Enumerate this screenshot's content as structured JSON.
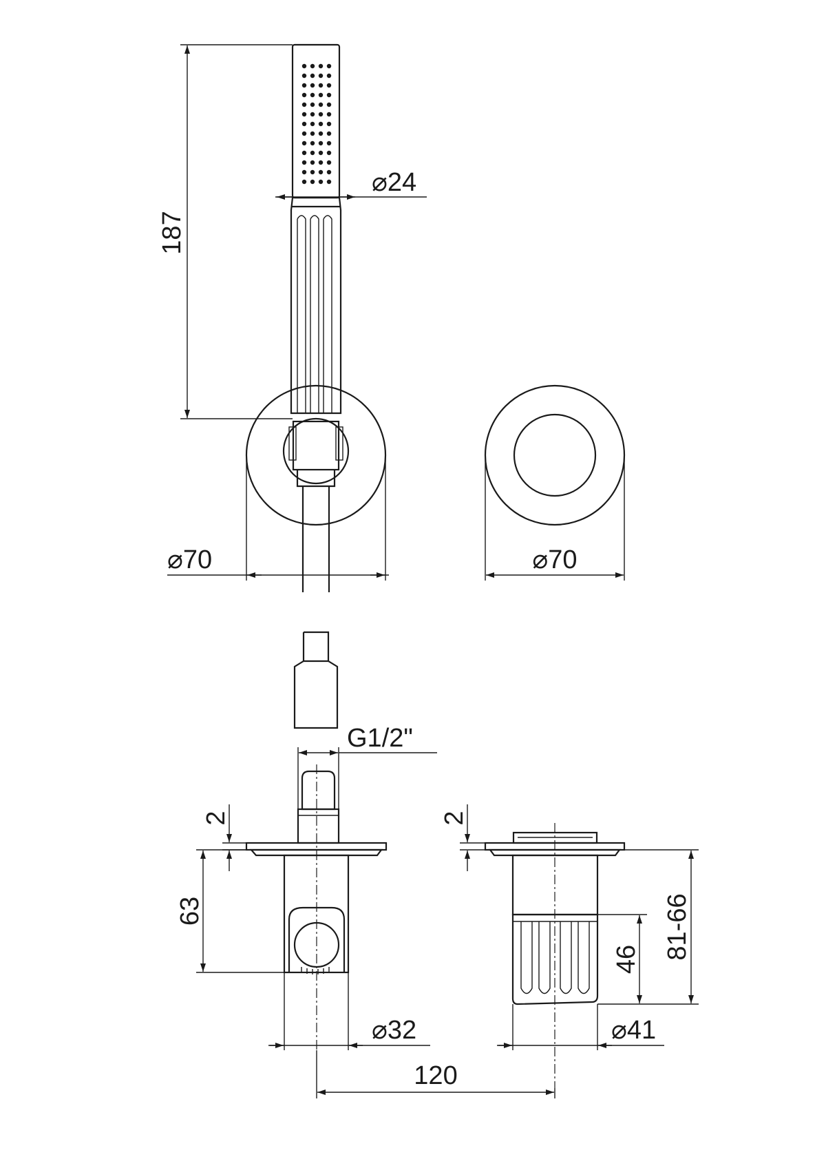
{
  "dimensions": {
    "handshower_length": "187",
    "handle_diameter": "⌀24",
    "plate_diameter_left": "⌀70",
    "plate_diameter_right": "⌀70",
    "thread": "G1/2\"",
    "plate_thickness_left": "2",
    "plate_thickness_right": "2",
    "outlet_depth": "63",
    "body_diameter": "⌀32",
    "axis_distance": "120",
    "mixer_diameter": "⌀41",
    "knob_height": "46",
    "installation_depth": "81-66"
  },
  "colors": {
    "line": "#1a1a1a",
    "background": "#ffffff"
  }
}
